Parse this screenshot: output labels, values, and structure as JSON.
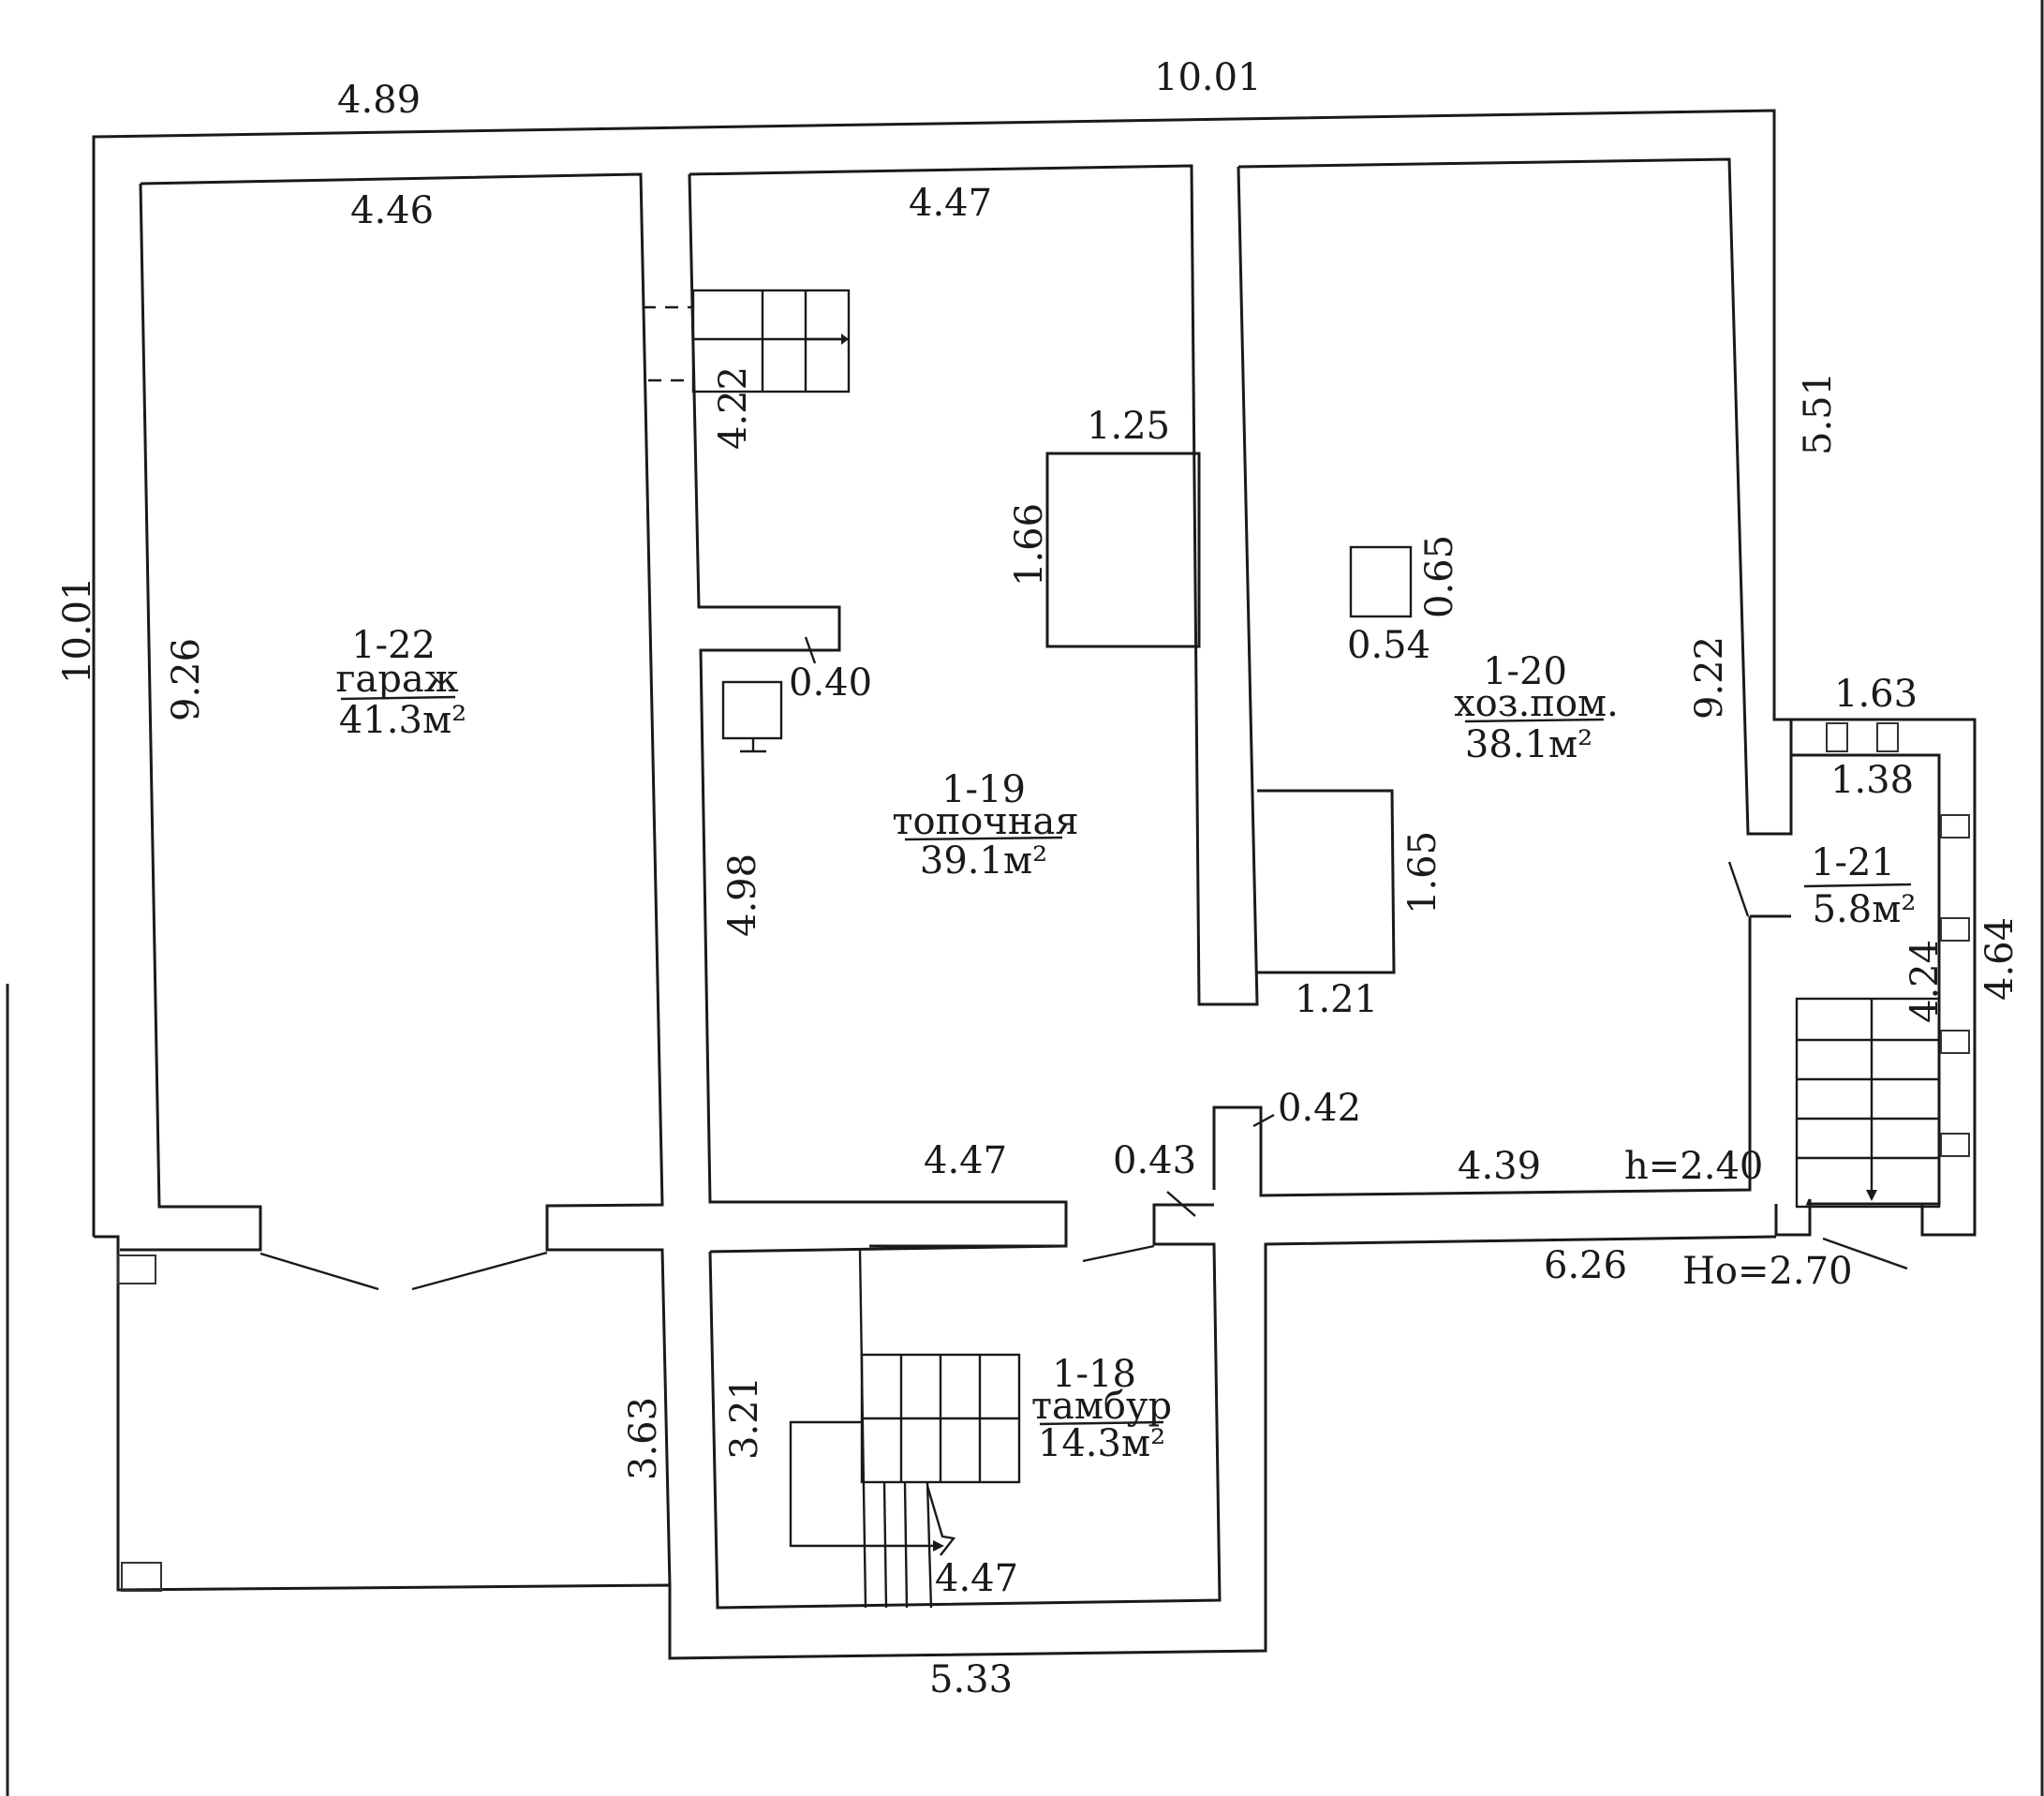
{
  "rooms": [
    {
      "id": "1-22",
      "name": "гараж",
      "area": "41.3м²"
    },
    {
      "id": "1-19",
      "name": "топочная",
      "area": "39.1м²"
    },
    {
      "id": "1-20",
      "name": "хоз.пом.",
      "area": "38.1м²"
    },
    {
      "id": "1-21",
      "name": "",
      "area": "5.8м²"
    },
    {
      "id": "1-18",
      "name": "тамбур",
      "area": "14.3м²"
    }
  ],
  "dimensions": {
    "top_left": "4.89",
    "top_overall": "10.01",
    "garage_top": "4.46",
    "boiler_top": "4.47",
    "left_overall": "10.01",
    "garage_height": "9.26",
    "stair_small": "4.22",
    "box1_width": "1.25",
    "box1_height": "1.66",
    "gap_040": "0.40",
    "boiler_height": "4.98",
    "boiler_bottom": "4.47",
    "small_box_height": "0.65",
    "small_box_width": "0.54",
    "right_upper": "5.51",
    "storage_height": "9.22",
    "box2_height": "1.65",
    "box2_width": "1.21",
    "room21_outer": "1.63",
    "room21_inner": "1.38",
    "room21_height": "4.24",
    "room21_outer_height": "4.64",
    "gap_043": "0.43",
    "gap_042": "0.42",
    "storage_bottom": "4.39",
    "ceiling_height": "h=2.40",
    "bottom_right": "6.26",
    "total_height": "Hо=2.70",
    "garage_lower": "3.63",
    "vest_height": "3.21",
    "vest_stair": "4.47",
    "bottom_overall": "5.33"
  }
}
